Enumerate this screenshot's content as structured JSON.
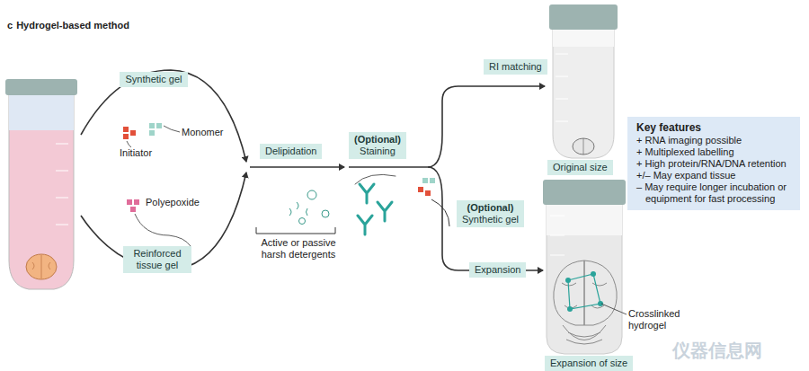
{
  "diagram": {
    "title": "Hydrogel-based method",
    "nodes": [
      {
        "text": [
          "Synthetic gel"
        ]
      },
      {
        "text": [
          "Reinforced tissue gel"
        ]
      },
      {
        "text": [
          "Delipidation"
        ]
      },
      {
        "text": [
          "(Optional)",
          "Staining"
        ]
      },
      {
        "text": [
          "RI matching"
        ]
      },
      {
        "text": [
          "Original size"
        ]
      },
      {
        "text": [
          "(Optional)",
          "Synthetic gel"
        ]
      },
      {
        "text": [
          "Expansion"
        ]
      },
      {
        "text": [
          "Expansion of size"
        ]
      },
      {
        "text": [
          "Key features",
          "+ RNA imaging possible",
          "+ Multiplexed labelling",
          "+ High protein/RNA/DNA retention",
          "+/– May expand tissue",
          "– May require longer incubation or equipment for fast processing"
        ]
      }
    ],
    "labels": [
      "c",
      "Monomer",
      "Initiator",
      "Polyepoxide",
      "Active or passive harsh detergents",
      "Crosslinked hydrogel",
      "仪器信息网"
    ]
  }
}
